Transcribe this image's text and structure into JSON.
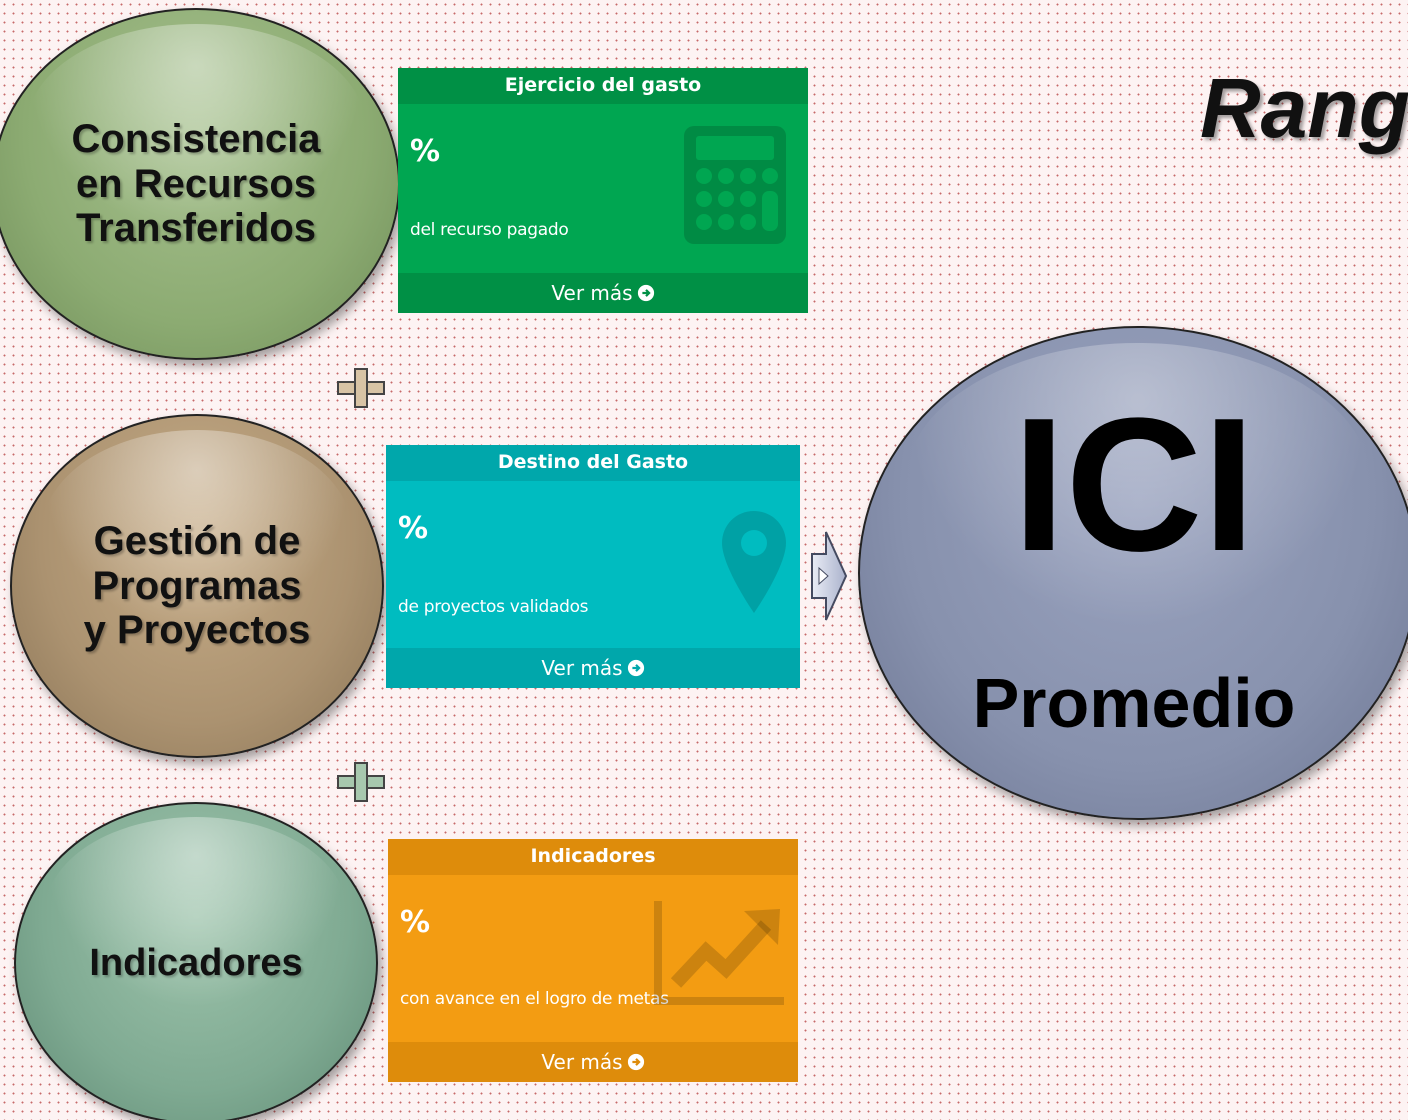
{
  "title_fragment": "Rang",
  "left_circles": [
    {
      "label_lines": [
        "Consistencia",
        "en Recursos",
        "Transferidos"
      ]
    },
    {
      "label_lines": [
        "Gestión de",
        "Programas",
        "y Proyectos"
      ]
    },
    {
      "label_lines": [
        "Indicadores"
      ]
    }
  ],
  "cards": [
    {
      "header": "Ejercicio del gasto",
      "value": "%",
      "description": "del recurso pagado",
      "link": "Ver más",
      "icon": "calculator-icon",
      "color": "#00a651"
    },
    {
      "header": "Destino del Gasto",
      "value": "%",
      "description": "de proyectos validados",
      "link": "Ver más",
      "icon": "map-marker-icon",
      "color": "#00bcc0"
    },
    {
      "header": "Indicadores",
      "value": "%",
      "description": "con avance en el logro de metas",
      "link": "Ver más",
      "icon": "trend-chart-icon",
      "color": "#f39c12"
    }
  ],
  "result": {
    "main": "ICI",
    "sub": "Promedio"
  }
}
